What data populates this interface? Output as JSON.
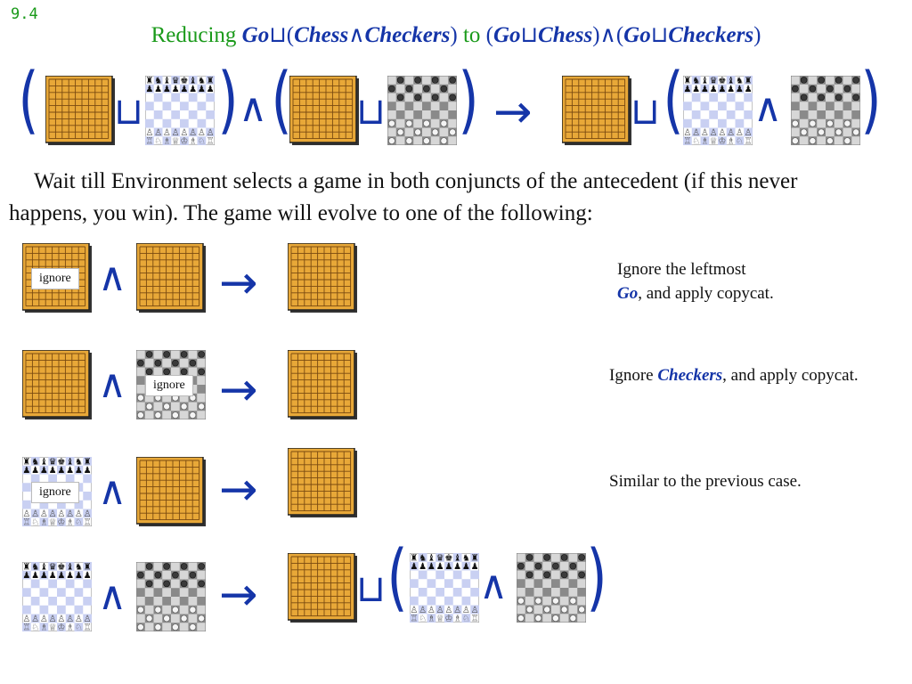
{
  "slide_number": "9.4",
  "title": {
    "prefix": "Reducing",
    "go": "Go",
    "sqcup": "⊔",
    "lp": "(",
    "rp": ")",
    "chess": "Chess",
    "wedge": "∧",
    "checkers": "Checkers",
    "to": "to"
  },
  "symbols": {
    "sqcup": "⊔",
    "wedge": "∧",
    "arrow": "→",
    "lparen": "(",
    "rparen": ")"
  },
  "paragraph": "Wait till Environment selects a game in both conjuncts of the antecedent (if this never happens, you win). The game will evolve to one of the following:",
  "ignore_label": "ignore",
  "notes": {
    "case1_a": "Ignore the leftmost",
    "case1_go": "Go",
    "case1_b": ", and apply copycat.",
    "case2_a": "Ignore",
    "case2_checkers": "Checkers",
    "case2_b": ", and apply copycat.",
    "case3": "Similar to the previous case."
  },
  "colors": {
    "go_board": "#e8a838",
    "go_line": "#7a4a10",
    "accent": "#1535a8",
    "title_green": "#1a9a1a"
  }
}
